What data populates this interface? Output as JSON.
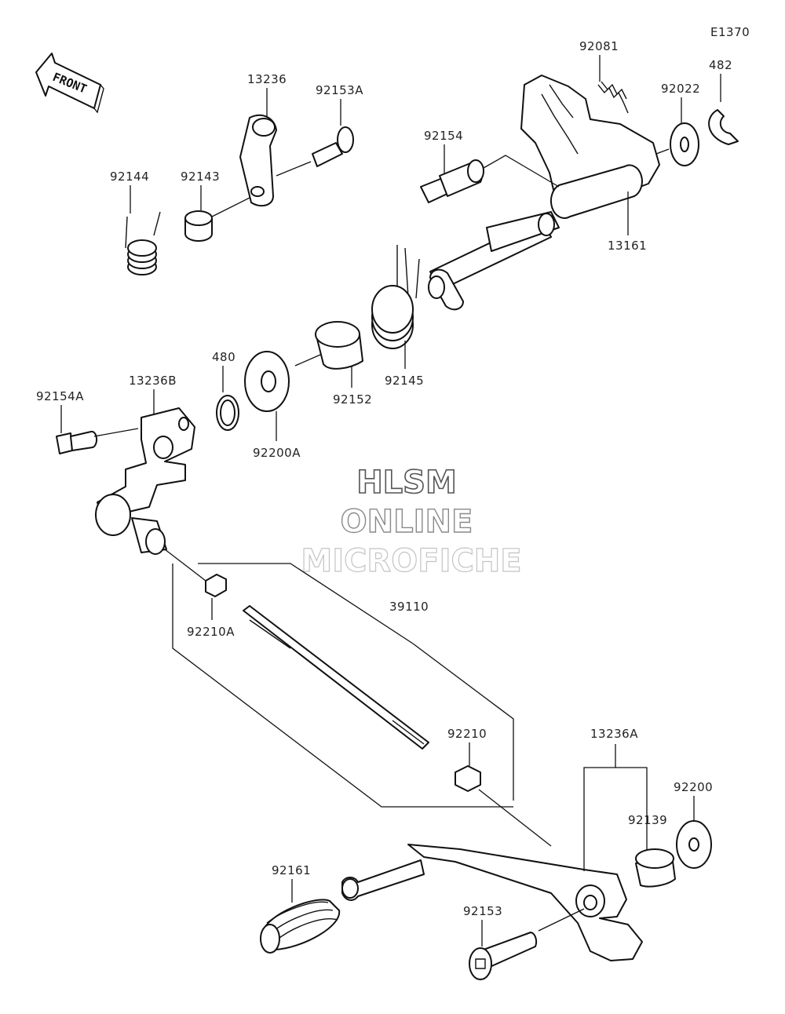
{
  "diagram_code": "E1370",
  "front_label": "FRONT",
  "watermark": {
    "line1": "HLSM",
    "line2": "ONLINE",
    "line3": "MICROFICHE"
  },
  "parts": {
    "p13236": "13236",
    "p92153A": "92153A",
    "p92081": "92081",
    "p92022": "92022",
    "p482": "482",
    "p92144": "92144",
    "p92143": "92143",
    "p92154": "92154",
    "p13161": "13161",
    "p480": "480",
    "p92154A": "92154A",
    "p13236B": "13236B",
    "p92152": "92152",
    "p92145": "92145",
    "p92200A": "92200A",
    "p92210A": "92210A",
    "p39110": "39110",
    "p92210": "92210",
    "p13236A": "13236A",
    "p92200": "92200",
    "p92139": "92139",
    "p92161": "92161",
    "p92153": "92153"
  }
}
